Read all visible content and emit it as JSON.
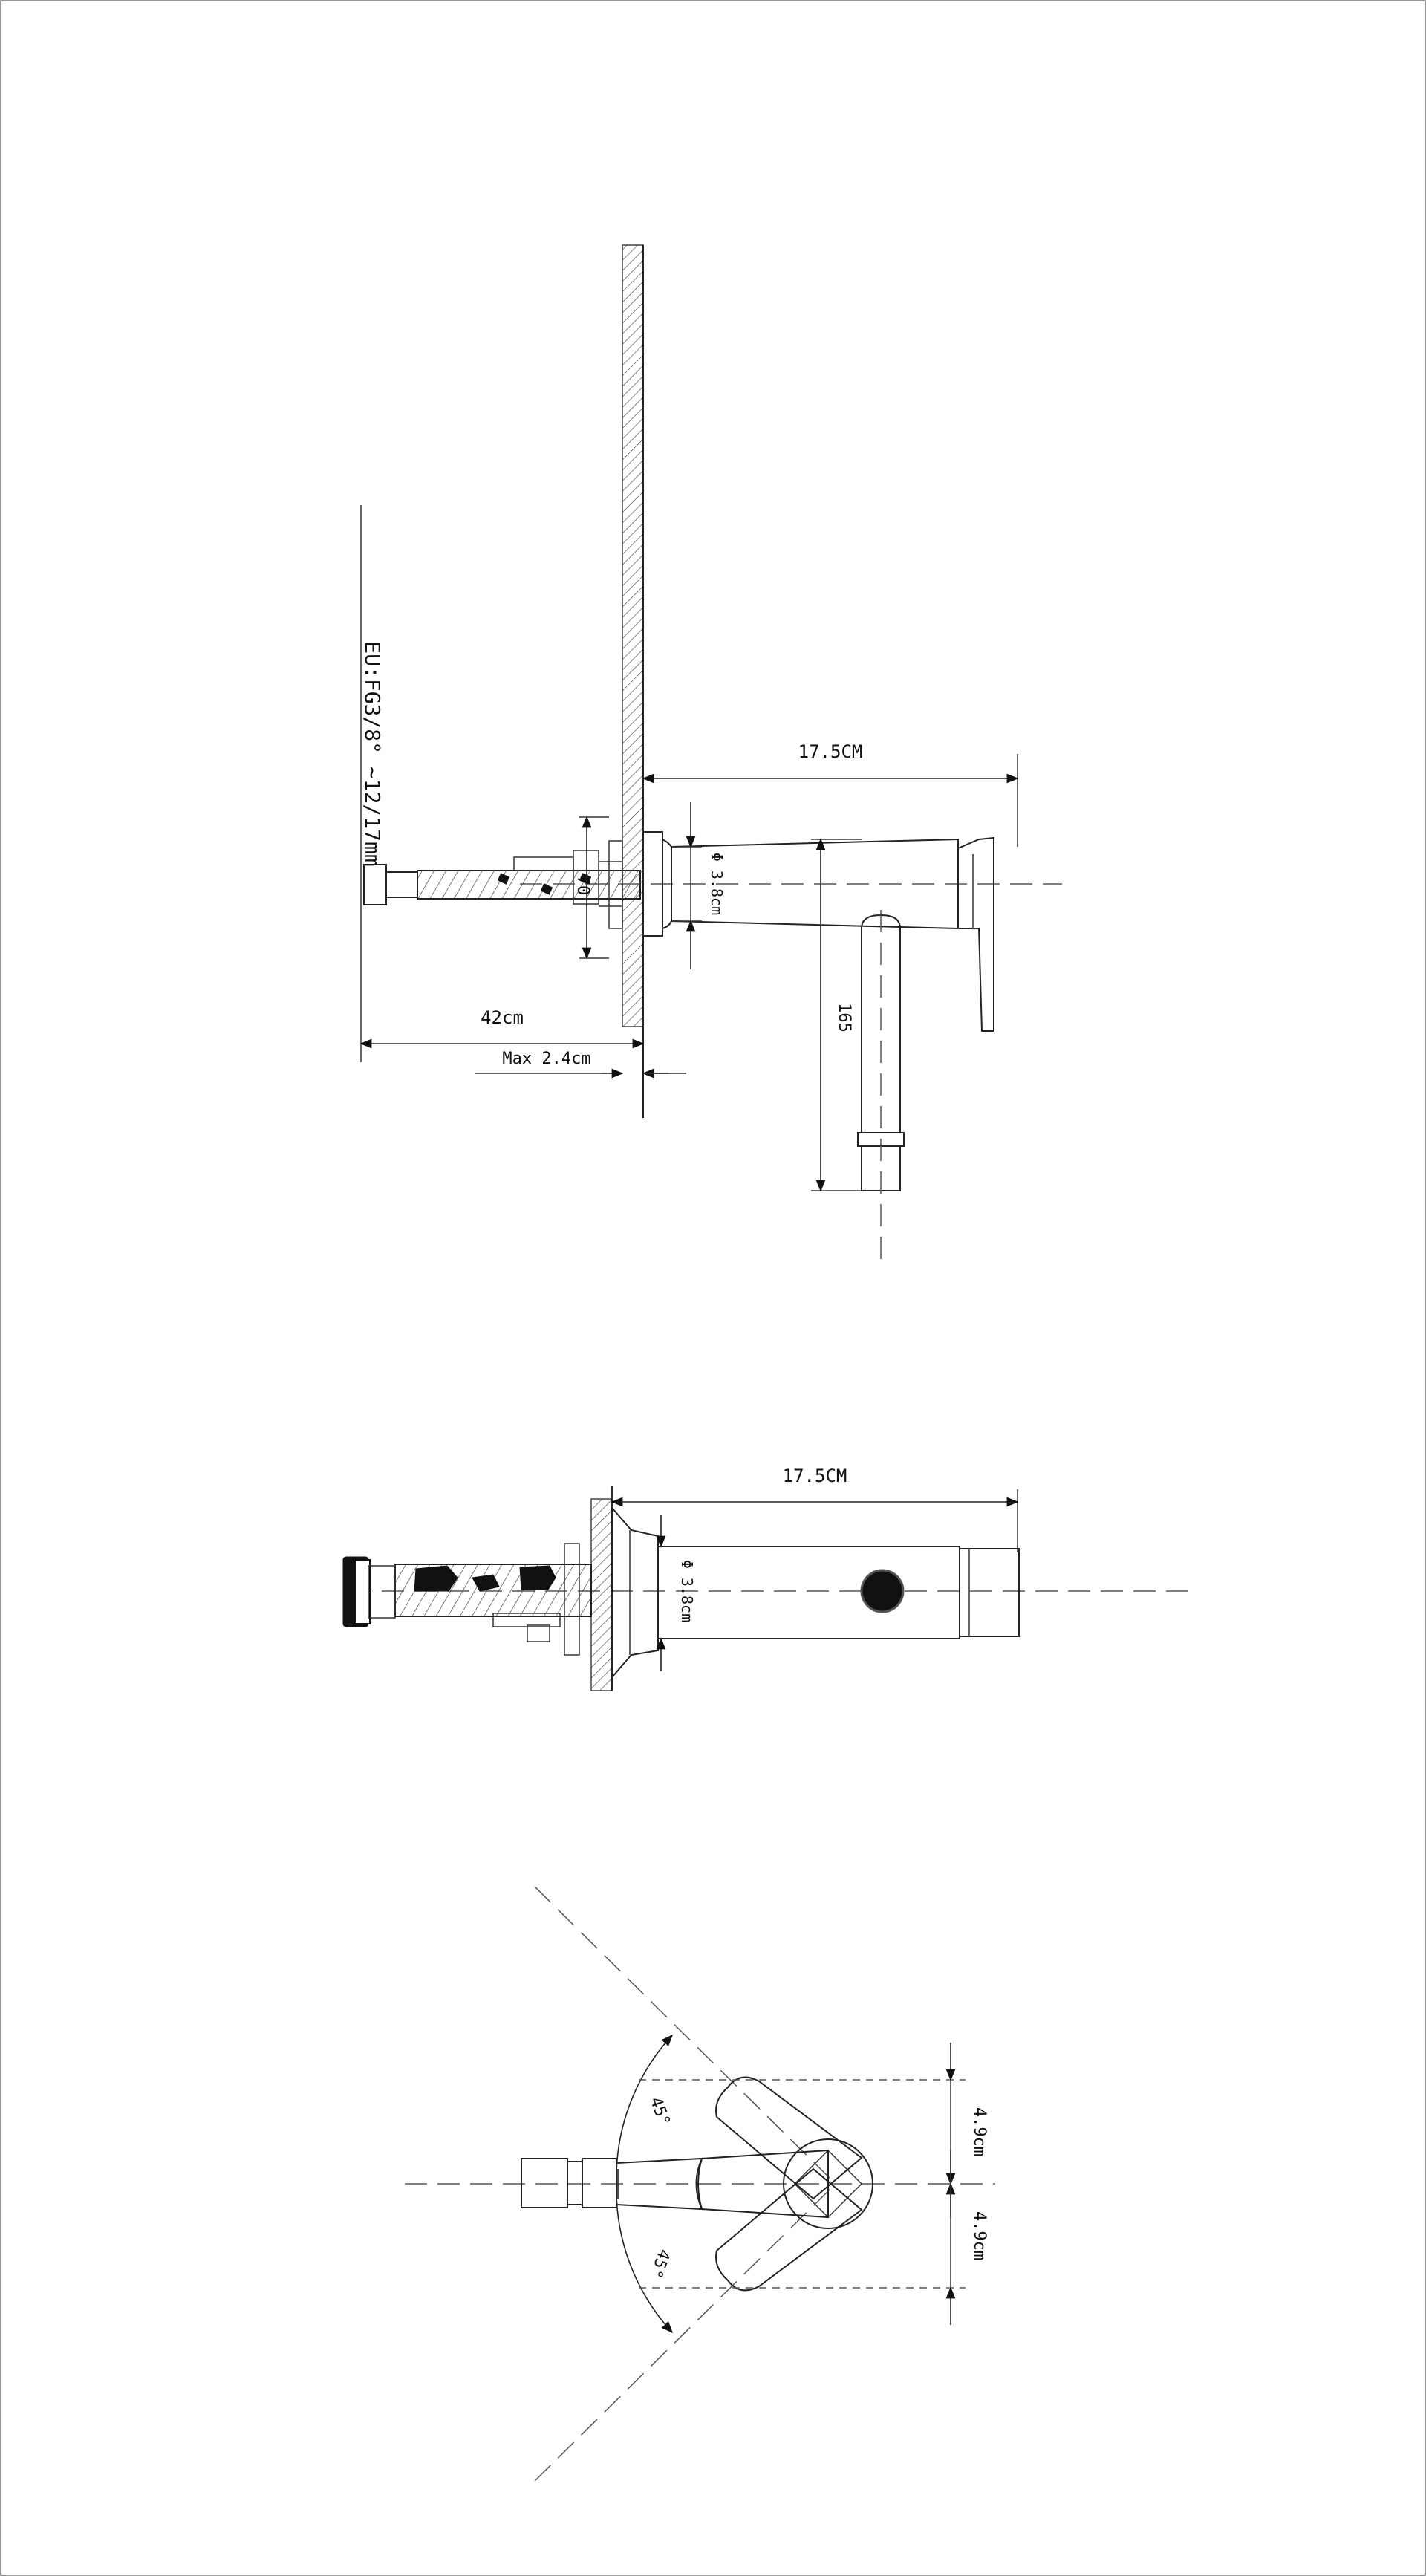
{
  "side_view": {
    "thread_spec": "EU:FG3/8° ~12/17mm",
    "length_top": "17.5CM",
    "diameter": "Φ 3.8cm",
    "spout_height": "165",
    "shank_label": "70",
    "hose_length": "42cm",
    "wall_max": "Max 2.4cm"
  },
  "top_view": {
    "length_top": "17.5CM",
    "diameter": "Φ 3.8cm"
  },
  "handle_view": {
    "angle_upper": "45°",
    "angle_lower": "45°",
    "offset_upper": "4.9cm",
    "offset_lower": "4.9cm"
  }
}
